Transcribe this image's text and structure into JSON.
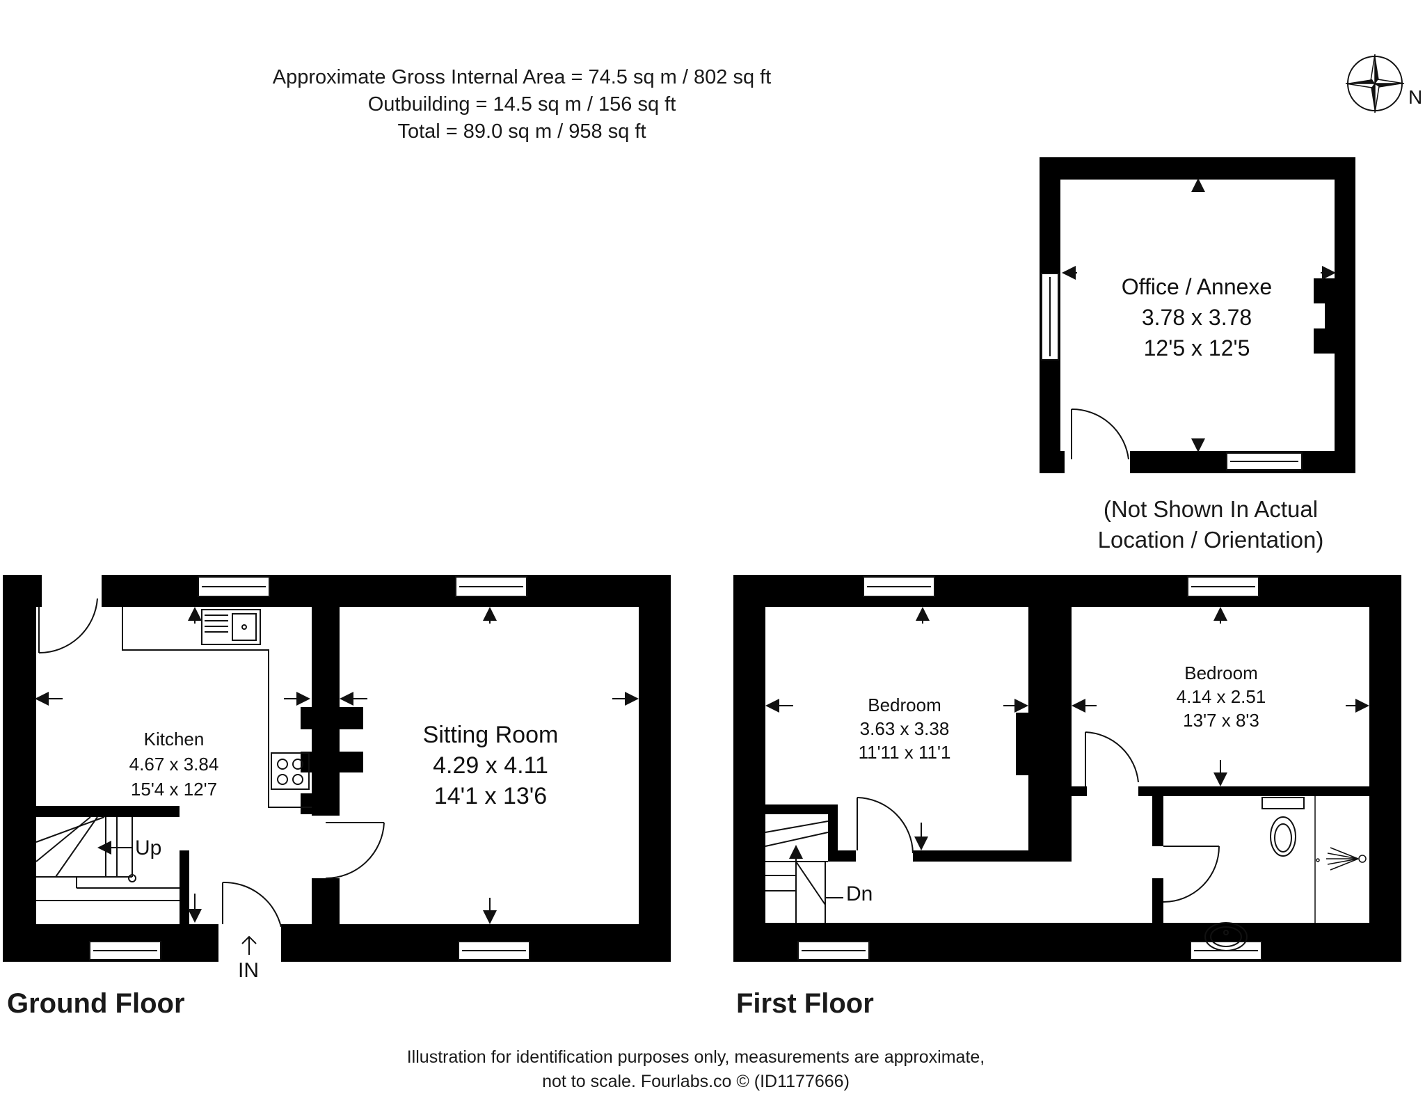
{
  "areas": {
    "gross": "Approximate Gross Internal Area = 74.5 sq m / 802 sq ft",
    "outbuilding": "Outbuilding = 14.5 sq m / 156 sq ft",
    "total": "Total = 89.0 sq m / 958 sq ft"
  },
  "compass": {
    "label": "N",
    "icon": "compass-icon"
  },
  "rooms": {
    "office": {
      "name": "Office / Annexe",
      "metric": "3.78 x 3.78",
      "imperial": "12'5 x 12'5"
    },
    "kitchen": {
      "name": "Kitchen",
      "metric": "4.67 x 3.84",
      "imperial": "15'4 x 12'7"
    },
    "sitting": {
      "name": "Sitting Room",
      "metric": "4.29 x 4.11",
      "imperial": "14'1 x 13'6"
    },
    "bedroom1": {
      "name": "Bedroom",
      "metric": "3.63 x 3.38",
      "imperial": "11'11 x 11'1"
    },
    "bedroom2": {
      "name": "Bedroom",
      "metric": "4.14 x 2.51",
      "imperial": "13'7 x 8'3"
    }
  },
  "annotations": {
    "not_shown_line1": "(Not Shown In Actual",
    "not_shown_line2": "Location / Orientation)",
    "up": "Up",
    "dn": "Dn",
    "entrance": "IN"
  },
  "floors": {
    "ground": "Ground Floor",
    "first": "First Floor"
  },
  "disclaimer": {
    "line1": "Illustration for identification purposes only, measurements are approximate,",
    "line2": "not to scale. Fourlabs.co © (ID1177666)"
  }
}
